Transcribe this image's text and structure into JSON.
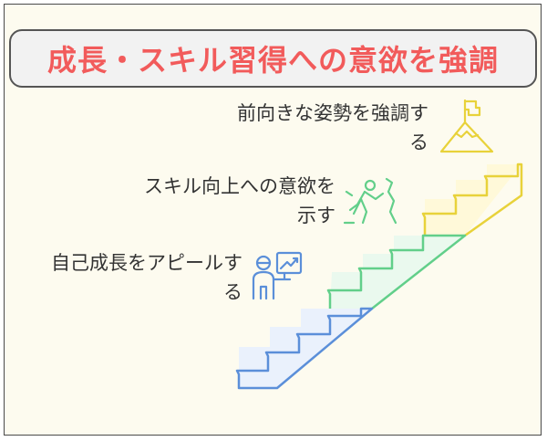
{
  "title": "成長・スキル習得への意欲を強調",
  "steps": [
    {
      "line1": "前向きな姿勢を強調す",
      "line2": "る",
      "icon": "mountain-flag-icon",
      "color": "#e8d23a",
      "fill": "#fff9d9"
    },
    {
      "line1": "スキル向上への意欲を",
      "line2": "示す",
      "icon": "climber-icon",
      "color": "#62cf8a",
      "fill": "#eaf9ee"
    },
    {
      "line1": "自己成長をアピールす",
      "line2": "る",
      "icon": "presenter-icon",
      "color": "#5b8fd9",
      "fill": "#eaf1fc"
    }
  ]
}
